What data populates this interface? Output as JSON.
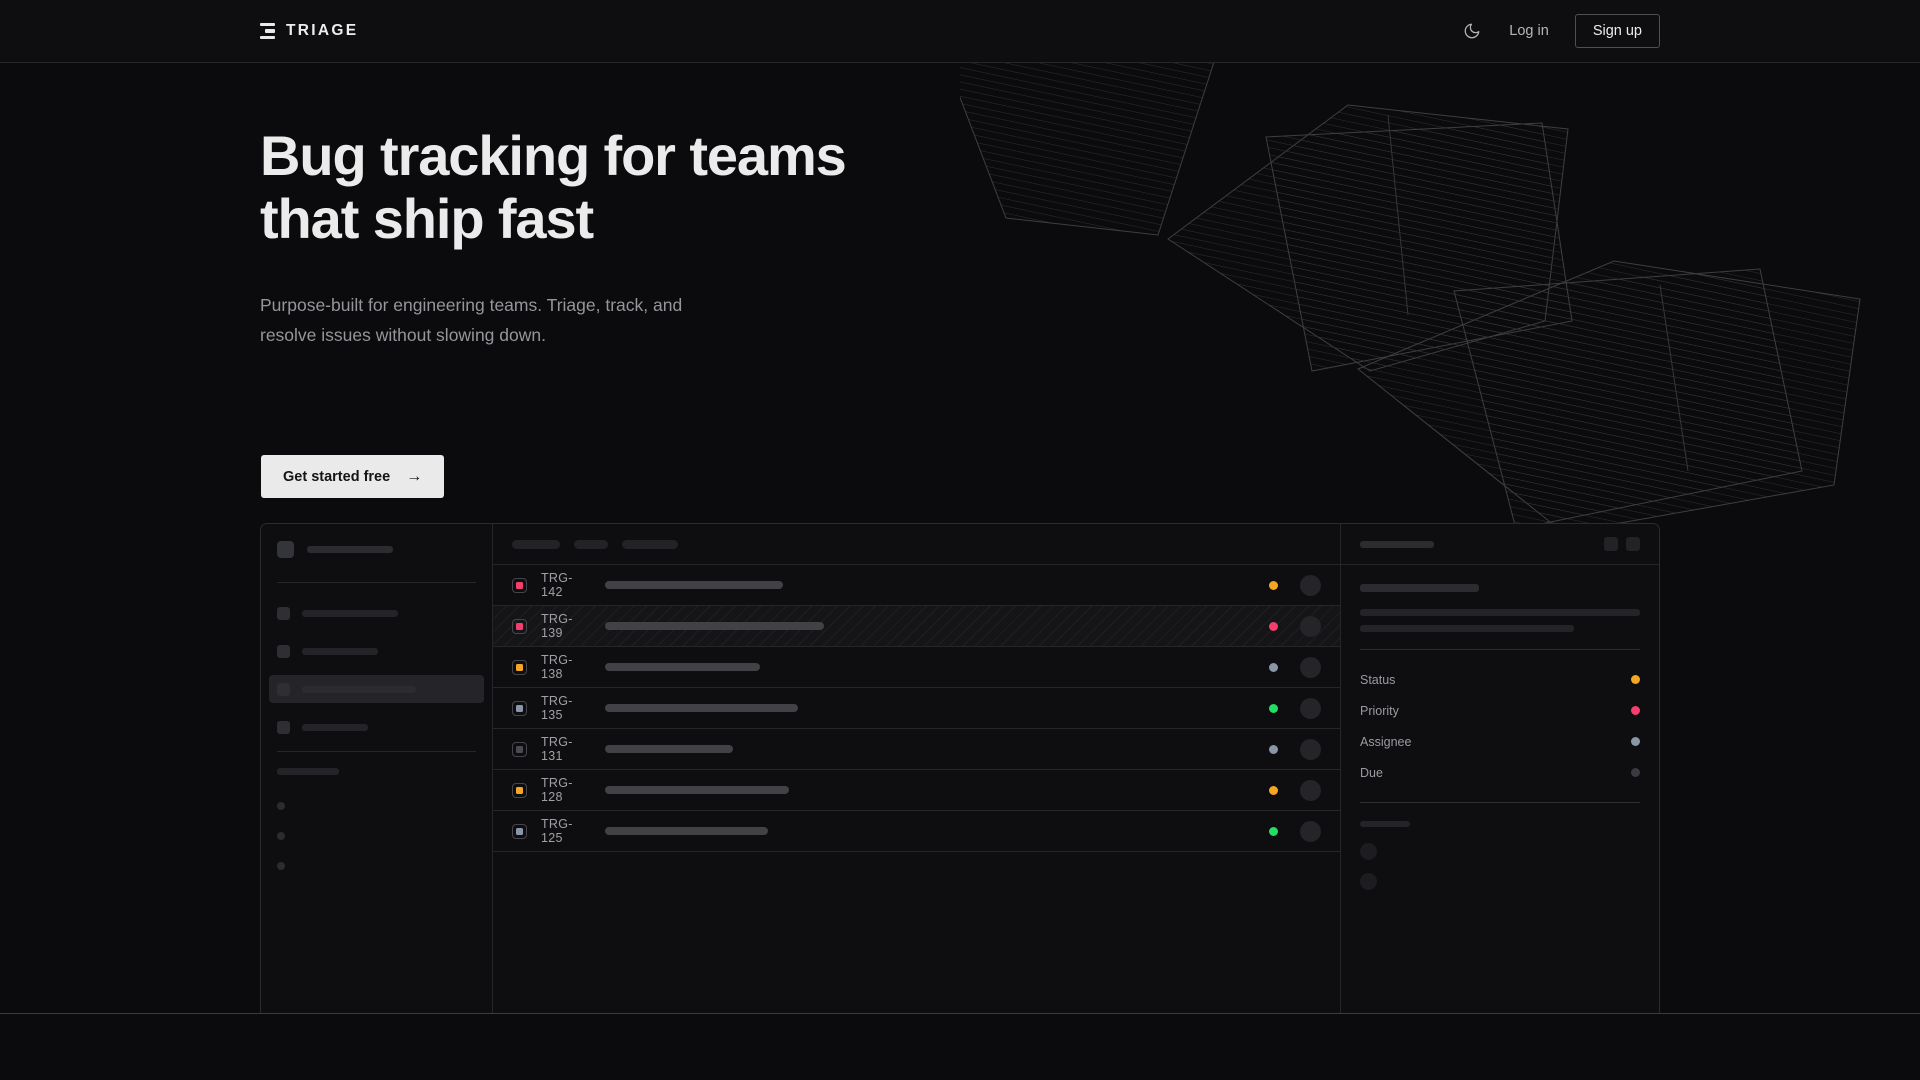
{
  "header": {
    "brand_name": "TRIAGE",
    "logo_icon": "stacked-bars-icon",
    "theme_toggle_icon": "moon-icon",
    "login_label": "Log in",
    "signup_label": "Sign up"
  },
  "hero": {
    "headline": "Bug tracking for teams\nthat ship fast",
    "subcopy": "Purpose-built for engineering teams. Triage, track, and\nresolve issues without slowing down.",
    "cta_label": "Get started free",
    "cta_arrow": "→"
  },
  "colors": {
    "page_bg": "#0b0b0d",
    "panel_bg": "#0e0e11",
    "border": "#26262a",
    "text_primary": "#ebebec",
    "text_muted": "#95959b",
    "cta_bg": "#eaeaea",
    "status_amber": "#f5a623",
    "status_pink": "#f43f6e",
    "status_slate": "#8b95a8",
    "status_green": "#22dd66",
    "status_gray": "#4a4a50"
  },
  "mockup": {
    "sidebar": {
      "nav_items": [
        {
          "name": "nav-placeholder-1",
          "width": 96,
          "active": false
        },
        {
          "name": "nav-placeholder-2",
          "width": 76,
          "active": false
        },
        {
          "name": "nav-placeholder-3",
          "width": 114,
          "active": true
        },
        {
          "name": "nav-placeholder-4",
          "width": 66,
          "active": false
        }
      ],
      "section_label_width": 62,
      "mini_items": 3
    },
    "list": {
      "toolbar_pills": [
        48,
        34,
        56
      ],
      "rows": [
        {
          "id": "TRG-142",
          "status_color": "#f43f6e",
          "title_width": 178,
          "dot_color": "#f5a623",
          "selected": false
        },
        {
          "id": "TRG-139",
          "status_color": "#f43f6e",
          "title_width": 219,
          "dot_color": "#f43f6e",
          "selected": true
        },
        {
          "id": "TRG-138",
          "status_color": "#f5a623",
          "title_width": 155,
          "dot_color": "#8b95a8",
          "selected": false
        },
        {
          "id": "TRG-135",
          "status_color": "#8b95a8",
          "title_width": 193,
          "dot_color": "#22dd66",
          "selected": false
        },
        {
          "id": "TRG-131",
          "status_color": "#4a4a50",
          "title_width": 128,
          "dot_color": "#8b95a8",
          "selected": false
        },
        {
          "id": "TRG-128",
          "status_color": "#f5a623",
          "title_width": 184,
          "dot_color": "#f5a623",
          "selected": false
        },
        {
          "id": "TRG-125",
          "status_color": "#8b95a8",
          "title_width": 163,
          "dot_color": "#22dd66",
          "selected": false
        }
      ]
    },
    "detail": {
      "header_skeleton_width": 74,
      "action_buttons": 2,
      "title_skeleton_width": 119,
      "desc_line_widths": [
        280,
        214
      ],
      "meta": [
        {
          "label": "Status",
          "dot_color": "#f5a623"
        },
        {
          "label": "Priority",
          "dot_color": "#f43f6e"
        },
        {
          "label": "Assignee",
          "dot_color": "#8b95a8"
        },
        {
          "label": "Due",
          "dot_color": "#3a3a40"
        }
      ],
      "activity_label_width": 50,
      "activity_avatars": 2
    }
  }
}
